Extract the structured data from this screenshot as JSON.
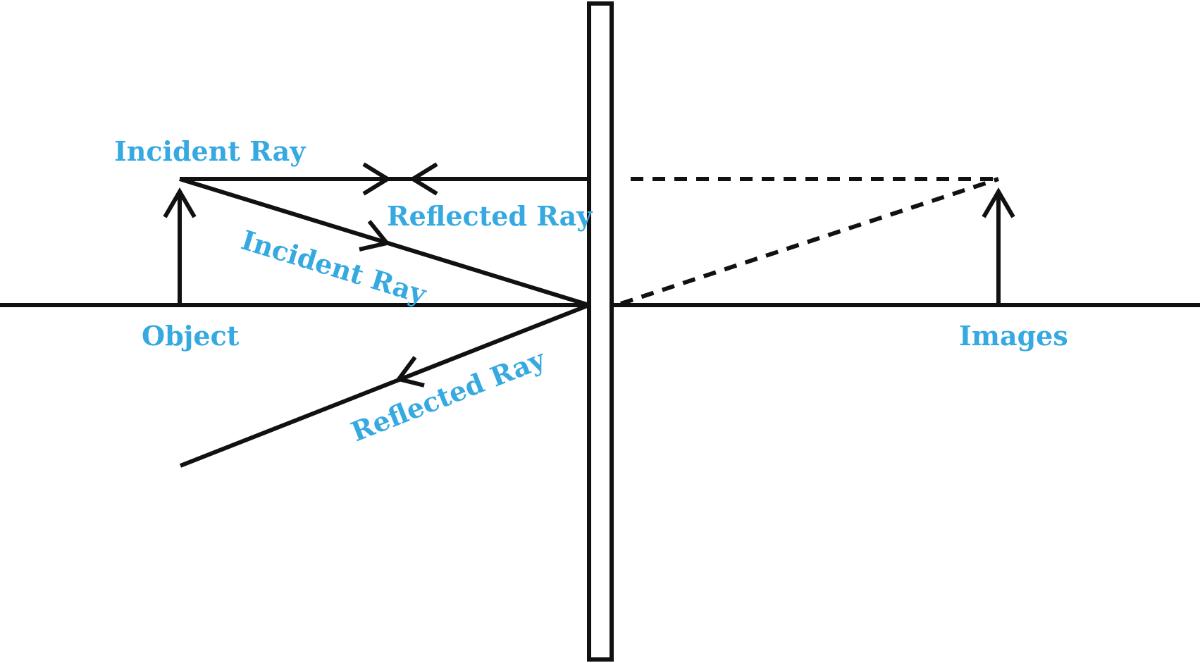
{
  "diagram": {
    "labels": {
      "incident_ray_top": "Incident Ray",
      "reflected_ray_top": "Reflected Ray",
      "incident_ray_oblique": "Incident Ray",
      "reflected_ray_oblique": "Reflected Ray",
      "object": "Object",
      "images": "Images"
    },
    "colors": {
      "label": "#36A9E1",
      "line": "#111111",
      "background": "#FFFFFF"
    }
  }
}
